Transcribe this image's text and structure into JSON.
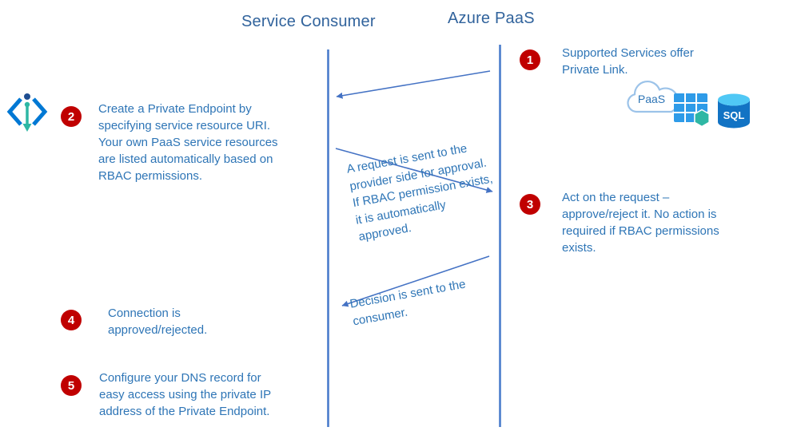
{
  "actors": {
    "consumer": "Service Consumer",
    "provider": "Azure PaaS"
  },
  "steps": [
    {
      "num": "1",
      "text": "Supported Services offer\nPrivate Link."
    },
    {
      "num": "2",
      "text": "Create a Private Endpoint by\nspecifying service resource URI.\nYour own PaaS service resources\nare listed automatically based on\nRBAC permissions."
    },
    {
      "num": "3",
      "text": "Act on the request –\napprove/reject it. No action is\nrequired if RBAC permissions\nexists."
    },
    {
      "num": "4",
      "text": "Connection is\napproved/rejected."
    },
    {
      "num": "5",
      "text": "Configure your DNS record for\neasy access using the private IP\naddress of the Private Endpoint."
    }
  ],
  "messages": [
    {
      "text": "A request is sent to the\nprovider side for approval.\nIf RBAC permission exists,\nit is automatically\napproved."
    },
    {
      "text": "Decision is sent to the\nconsumer."
    }
  ],
  "icons": {
    "paas_cloud_label": "PaaS",
    "sql_label": "SQL"
  },
  "colors": {
    "text_blue": "#2E75B6",
    "header_blue": "#31639C",
    "line_blue": "#4A7CCB",
    "arrow_blue": "#4472C4",
    "badge_red": "#C00000",
    "icon_azure_blue": "#0078D4",
    "icon_teal": "#2EB7A4",
    "sql_body_blue": "#1273C4",
    "sql_top_blue": "#50C8F5",
    "cloud_outline": "#9CC3E9",
    "table_blue": "#2E9BE8"
  }
}
